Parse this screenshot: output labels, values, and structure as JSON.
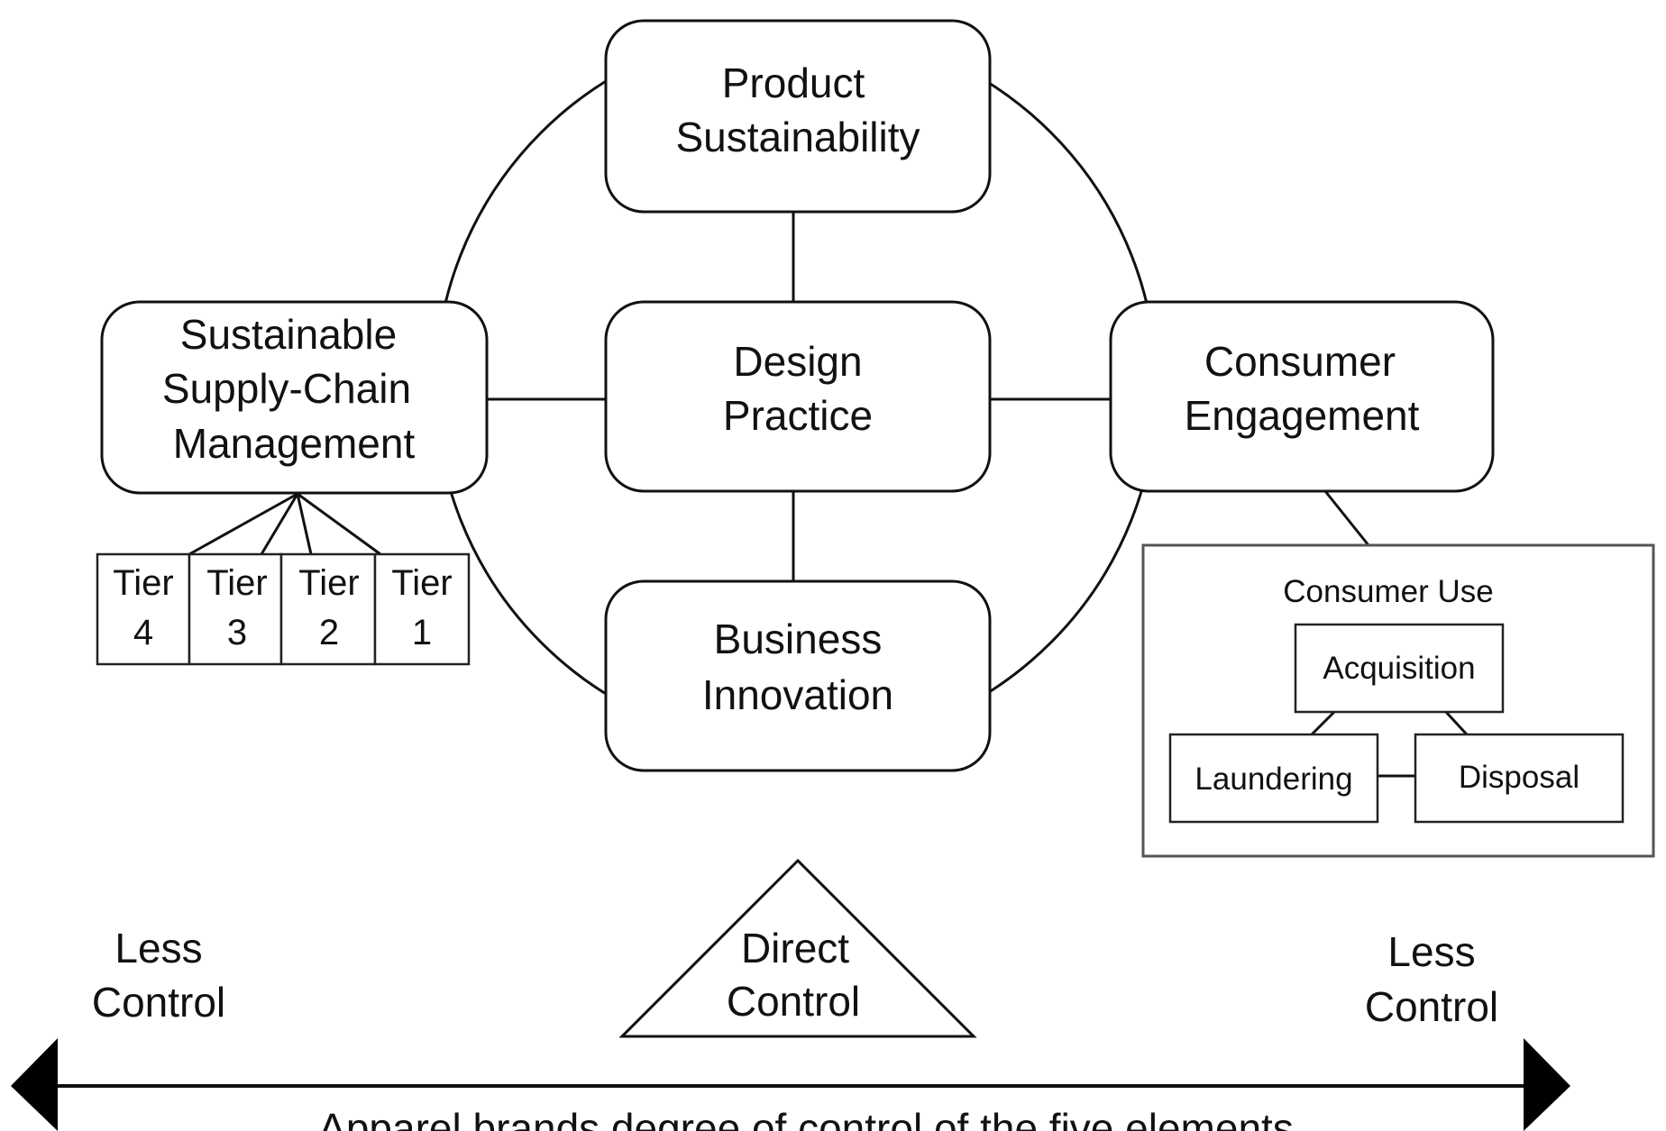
{
  "nodes": {
    "product_sustainability": [
      "Product",
      "Sustainability"
    ],
    "design_practice": [
      "Design",
      "Practice"
    ],
    "business_innovation": [
      "Business",
      "Innovation"
    ],
    "supply_chain": [
      "Sustainable",
      "Supply-Chain",
      "Management"
    ],
    "consumer_engagement": [
      "Consumer",
      "Engagement"
    ]
  },
  "tiers": [
    [
      "Tier",
      "4"
    ],
    [
      "Tier",
      "3"
    ],
    [
      "Tier",
      "2"
    ],
    [
      "Tier",
      "1"
    ]
  ],
  "consumer_use": {
    "title": "Consumer Use",
    "acquisition": "Acquisition",
    "laundering": "Laundering",
    "disposal": "Disposal"
  },
  "control": {
    "left": [
      "Less",
      "Control"
    ],
    "center": [
      "Direct",
      "Control"
    ],
    "right": [
      "Less",
      "Control"
    ]
  },
  "axis_caption": "Apparel brands degree of control of the five elements",
  "colors": {
    "stroke": "#111111",
    "background": "#ffffff"
  }
}
